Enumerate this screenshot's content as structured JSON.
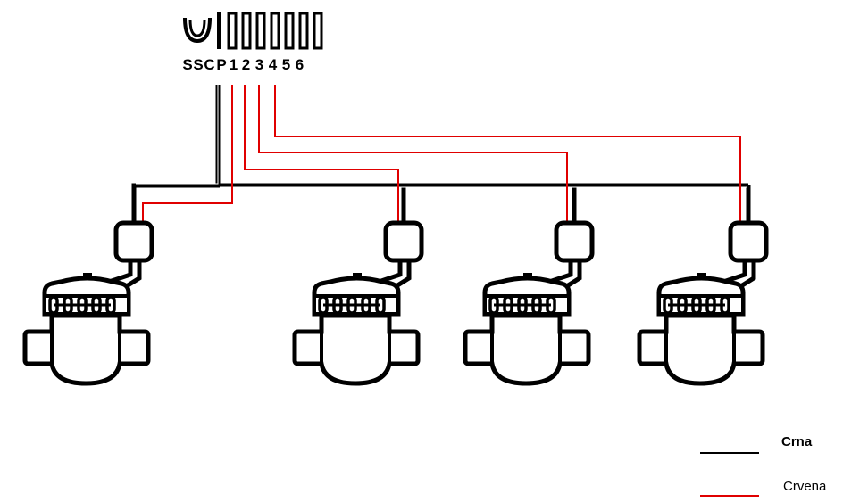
{
  "controller": {
    "terminals": [
      "S",
      "S",
      "C",
      "P",
      "1",
      "2",
      "3",
      "4",
      "5",
      "6"
    ]
  },
  "legend": {
    "black_label": "Crna",
    "red_label": "Crvena"
  },
  "colors": {
    "black_wire": "#000000",
    "red_wire": "#e00000",
    "background": "#ffffff"
  },
  "icons": {
    "sensor": "sensor-loop-icon",
    "terminal": "terminal-slot-icon",
    "valve": "solenoid-valve-icon"
  }
}
